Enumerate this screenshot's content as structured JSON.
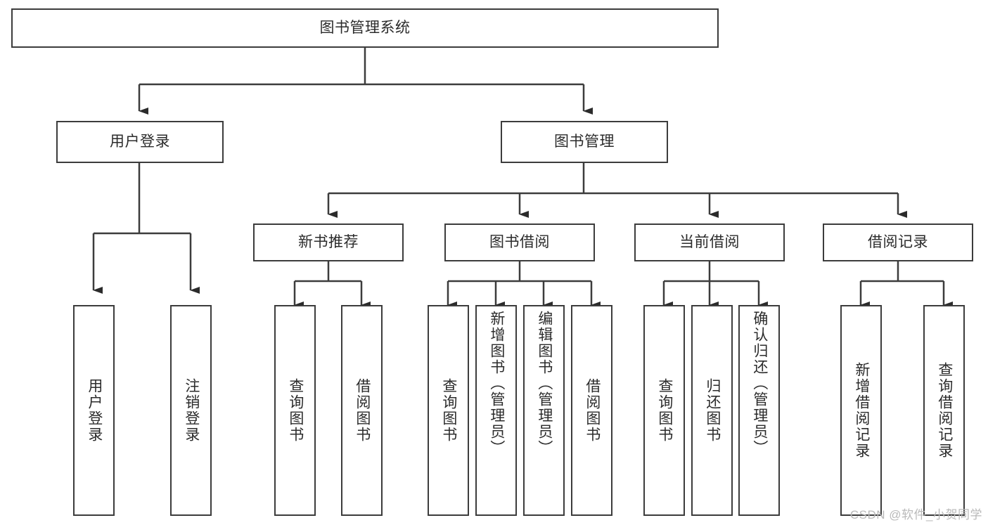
{
  "diagram": {
    "title": "图书管理系统",
    "type": "tree",
    "root": {
      "id": "root",
      "label": "图书管理系统",
      "orientation": "horizontal"
    },
    "level2": [
      {
        "id": "user-login",
        "label": "用户登录",
        "orientation": "horizontal"
      },
      {
        "id": "book-management",
        "label": "图书管理",
        "orientation": "horizontal"
      }
    ],
    "level3": [
      {
        "id": "new-book-recommend",
        "label": "新书推荐",
        "orientation": "horizontal",
        "parent": "book-management"
      },
      {
        "id": "book-borrow",
        "label": "图书借阅",
        "orientation": "horizontal",
        "parent": "book-management"
      },
      {
        "id": "current-borrow",
        "label": "当前借阅",
        "orientation": "horizontal",
        "parent": "book-management"
      },
      {
        "id": "borrow-record",
        "label": "借阅记录",
        "orientation": "horizontal",
        "parent": "book-management"
      }
    ],
    "leaves": [
      {
        "id": "leaf-user-login",
        "label": "用户登录",
        "parent": "user-login",
        "orientation": "vertical"
      },
      {
        "id": "leaf-logout",
        "label": "注销登录",
        "parent": "user-login",
        "orientation": "vertical"
      },
      {
        "id": "leaf-query-book-1",
        "label": "查询图书",
        "parent": "new-book-recommend",
        "orientation": "vertical"
      },
      {
        "id": "leaf-borrow-book-1",
        "label": "借阅图书",
        "parent": "new-book-recommend",
        "orientation": "vertical"
      },
      {
        "id": "leaf-query-book-2",
        "label": "查询图书",
        "parent": "book-borrow",
        "orientation": "vertical"
      },
      {
        "id": "leaf-add-book",
        "label": "新增图书（管理员）",
        "parent": "book-borrow",
        "orientation": "vertical"
      },
      {
        "id": "leaf-edit-book",
        "label": "编辑图书（管理员）",
        "parent": "book-borrow",
        "orientation": "vertical"
      },
      {
        "id": "leaf-borrow-book-2",
        "label": "借阅图书",
        "parent": "book-borrow",
        "orientation": "vertical"
      },
      {
        "id": "leaf-query-book-3",
        "label": "查询图书",
        "parent": "current-borrow",
        "orientation": "vertical"
      },
      {
        "id": "leaf-return-book",
        "label": "归还图书",
        "parent": "current-borrow",
        "orientation": "vertical"
      },
      {
        "id": "leaf-confirm-return",
        "label": "确认归还（管理员）",
        "parent": "current-borrow",
        "orientation": "vertical"
      },
      {
        "id": "leaf-add-record",
        "label": "新增借阅记录",
        "parent": "borrow-record",
        "orientation": "vertical"
      },
      {
        "id": "leaf-query-record",
        "label": "查询借阅记录",
        "parent": "borrow-record",
        "orientation": "vertical"
      }
    ],
    "colors": {
      "background": "#ffffff",
      "box_fill": "#ffffff",
      "box_stroke": "#3c3c3c",
      "text": "#2b2b2b",
      "connector": "#3c3c3c",
      "watermark": "#b9b9b9"
    }
  },
  "watermark": {
    "text": "CSDN @软件_小贺同学"
  }
}
